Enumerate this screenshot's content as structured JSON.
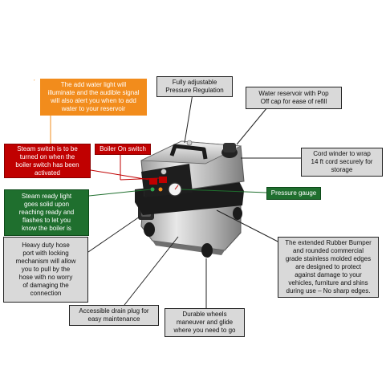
{
  "callouts": {
    "water_light": "The add water light will\nilluminate and the audible signal\nwill also alert you when to add\nwater to your reservoir",
    "pressure_regulation": "Fully adjustable\nPressure Regulation",
    "water_reservoir": "Water reservoir with Pop\nOff cap for ease of refill",
    "steam_switch": "Steam switch is to be\nturned on when the\nboiler switch has been\nactivated",
    "boiler_on": "Boiler On switch",
    "cord_winder": "Cord winder to wrap\n14 ft cord securely for\nstorage",
    "steam_ready": "Steam ready light\ngoes solid upon\nreaching ready and\nflashes to let you\nknow the boiler is",
    "pressure_gauge": "Pressure gauge",
    "hose_port": "Heavy duty hose\nport with locking\nmechanism will allow\nyou to pull by the\nhose with no worry\nof damaging the\nconnection",
    "rubber_bumper": "The extended Rubber Bumper\nand rounded commercial\ngrade stainless molded edges\nare designed to protect\nagainst damage to your\nvehicles, furniture and shins\nduring use – No sharp edges.",
    "drain_plug": "Accessible drain plug for\neasy maintenance",
    "wheels": "Durable wheels\nmaneuver and glide\nwhere you need to go"
  },
  "marker": "’",
  "colors": {
    "orange": "#f28c1c",
    "red": "#c00000",
    "green": "#1f6f2e",
    "gray_box": "#d9d9d9",
    "leader": "#222222"
  }
}
